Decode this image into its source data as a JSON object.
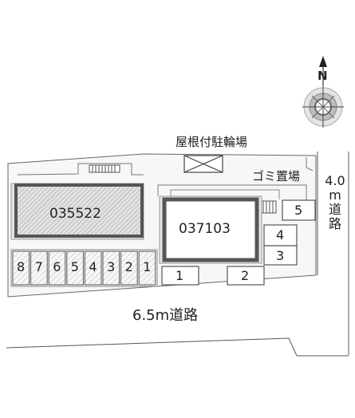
{
  "compass": {
    "north": "N"
  },
  "buildings": [
    {
      "id": "035522"
    },
    {
      "id": "037103"
    }
  ],
  "facilities": {
    "covered_bike_parking": "屋根付駐輪場",
    "garbage_area": "ゴミ置場"
  },
  "roads": {
    "south": "6.5m道路",
    "east_chars": [
      "4.0",
      "m",
      "道",
      "路"
    ]
  },
  "parking": {
    "left_row": [
      "8",
      "7",
      "6",
      "5",
      "4",
      "3",
      "2",
      "1"
    ],
    "right": [
      "1",
      "2",
      "3",
      "4",
      "5"
    ]
  }
}
